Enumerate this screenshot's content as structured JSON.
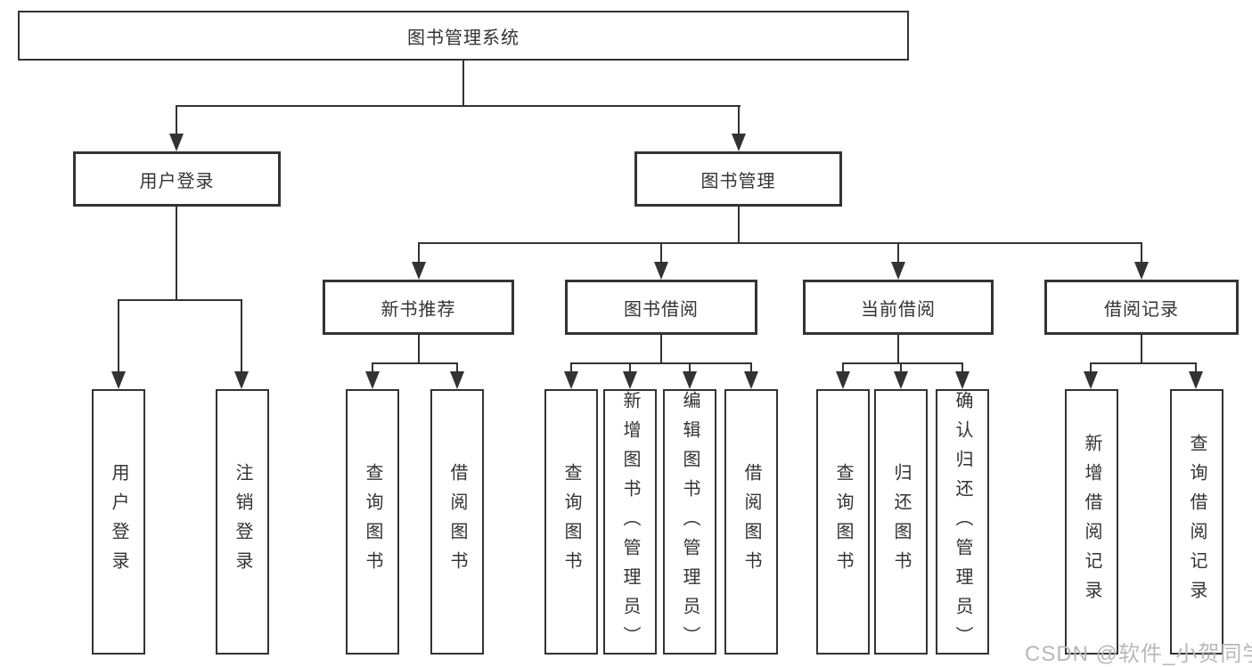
{
  "diagram": {
    "title": "图书管理系统",
    "root": {
      "label": "图书管理系统"
    },
    "level2": [
      {
        "label": "用户登录"
      },
      {
        "label": "图书管理"
      }
    ],
    "level3": [
      {
        "label": "新书推荐"
      },
      {
        "label": "图书借阅"
      },
      {
        "label": "当前借阅"
      },
      {
        "label": "借阅记录"
      }
    ],
    "leaves": [
      {
        "label": "用户登录",
        "parent": "用户登录"
      },
      {
        "label": "注销登录",
        "parent": "用户登录"
      },
      {
        "label": "查询图书",
        "parent": "新书推荐"
      },
      {
        "label": "借阅图书",
        "parent": "新书推荐"
      },
      {
        "label": "查询图书",
        "parent": "图书借阅"
      },
      {
        "label": "新增图书（管理员）",
        "parent": "图书借阅"
      },
      {
        "label": "编辑图书（管理员）",
        "parent": "图书借阅"
      },
      {
        "label": "借阅图书",
        "parent": "图书借阅"
      },
      {
        "label": "查询图书",
        "parent": "当前借阅"
      },
      {
        "label": "归还图书",
        "parent": "当前借阅"
      },
      {
        "label": "确认归还（管理员）",
        "parent": "当前借阅"
      },
      {
        "label": "新增借阅记录",
        "parent": "借阅记录"
      },
      {
        "label": "查询借阅记录",
        "parent": "借阅记录"
      }
    ],
    "colors": {
      "line": "#333333",
      "text": "#333333",
      "box_background": "#ffffff",
      "page_background": "#ffffff",
      "watermark": "#b8b8b8"
    }
  },
  "watermark": {
    "text": "CSDN @软件_小贺同学"
  }
}
